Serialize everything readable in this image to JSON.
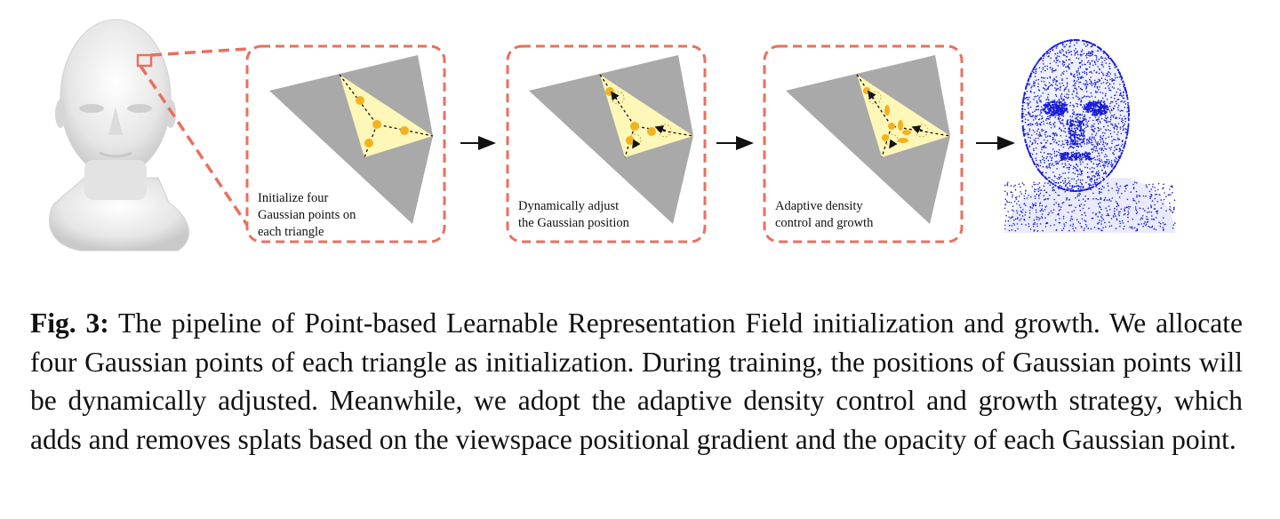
{
  "figure": {
    "panels": [
      {
        "label": "Initialize four\nGaussian points on\neach triangle"
      },
      {
        "label": "Dynamically adjust\nthe Gaussian position"
      },
      {
        "label": "Adaptive density\ncontrol and growth"
      }
    ],
    "colors": {
      "frame": "#e8705e",
      "triangle_gray": "#a9a9a9",
      "highlight_yellow": "#fff7b8",
      "gaussian_orange": "#f2b21e",
      "point_cloud_blue": "#1a1fd6"
    },
    "icons": [
      "head-mesh-image",
      "point-cloud-face-image",
      "arrow-right-icon"
    ]
  },
  "caption": {
    "label": "Fig. 3:",
    "text": "The pipeline of Point-based Learnable Representation Field initialization and growth. We allocate four Gaussian points of each triangle as initialization. During training, the positions of Gaussian points will be dynamically adjusted. Meanwhile, we adopt the adaptive density control and growth strategy, which adds and removes splats based on the viewspace positional gradient and the opacity of each Gaussian point."
  }
}
